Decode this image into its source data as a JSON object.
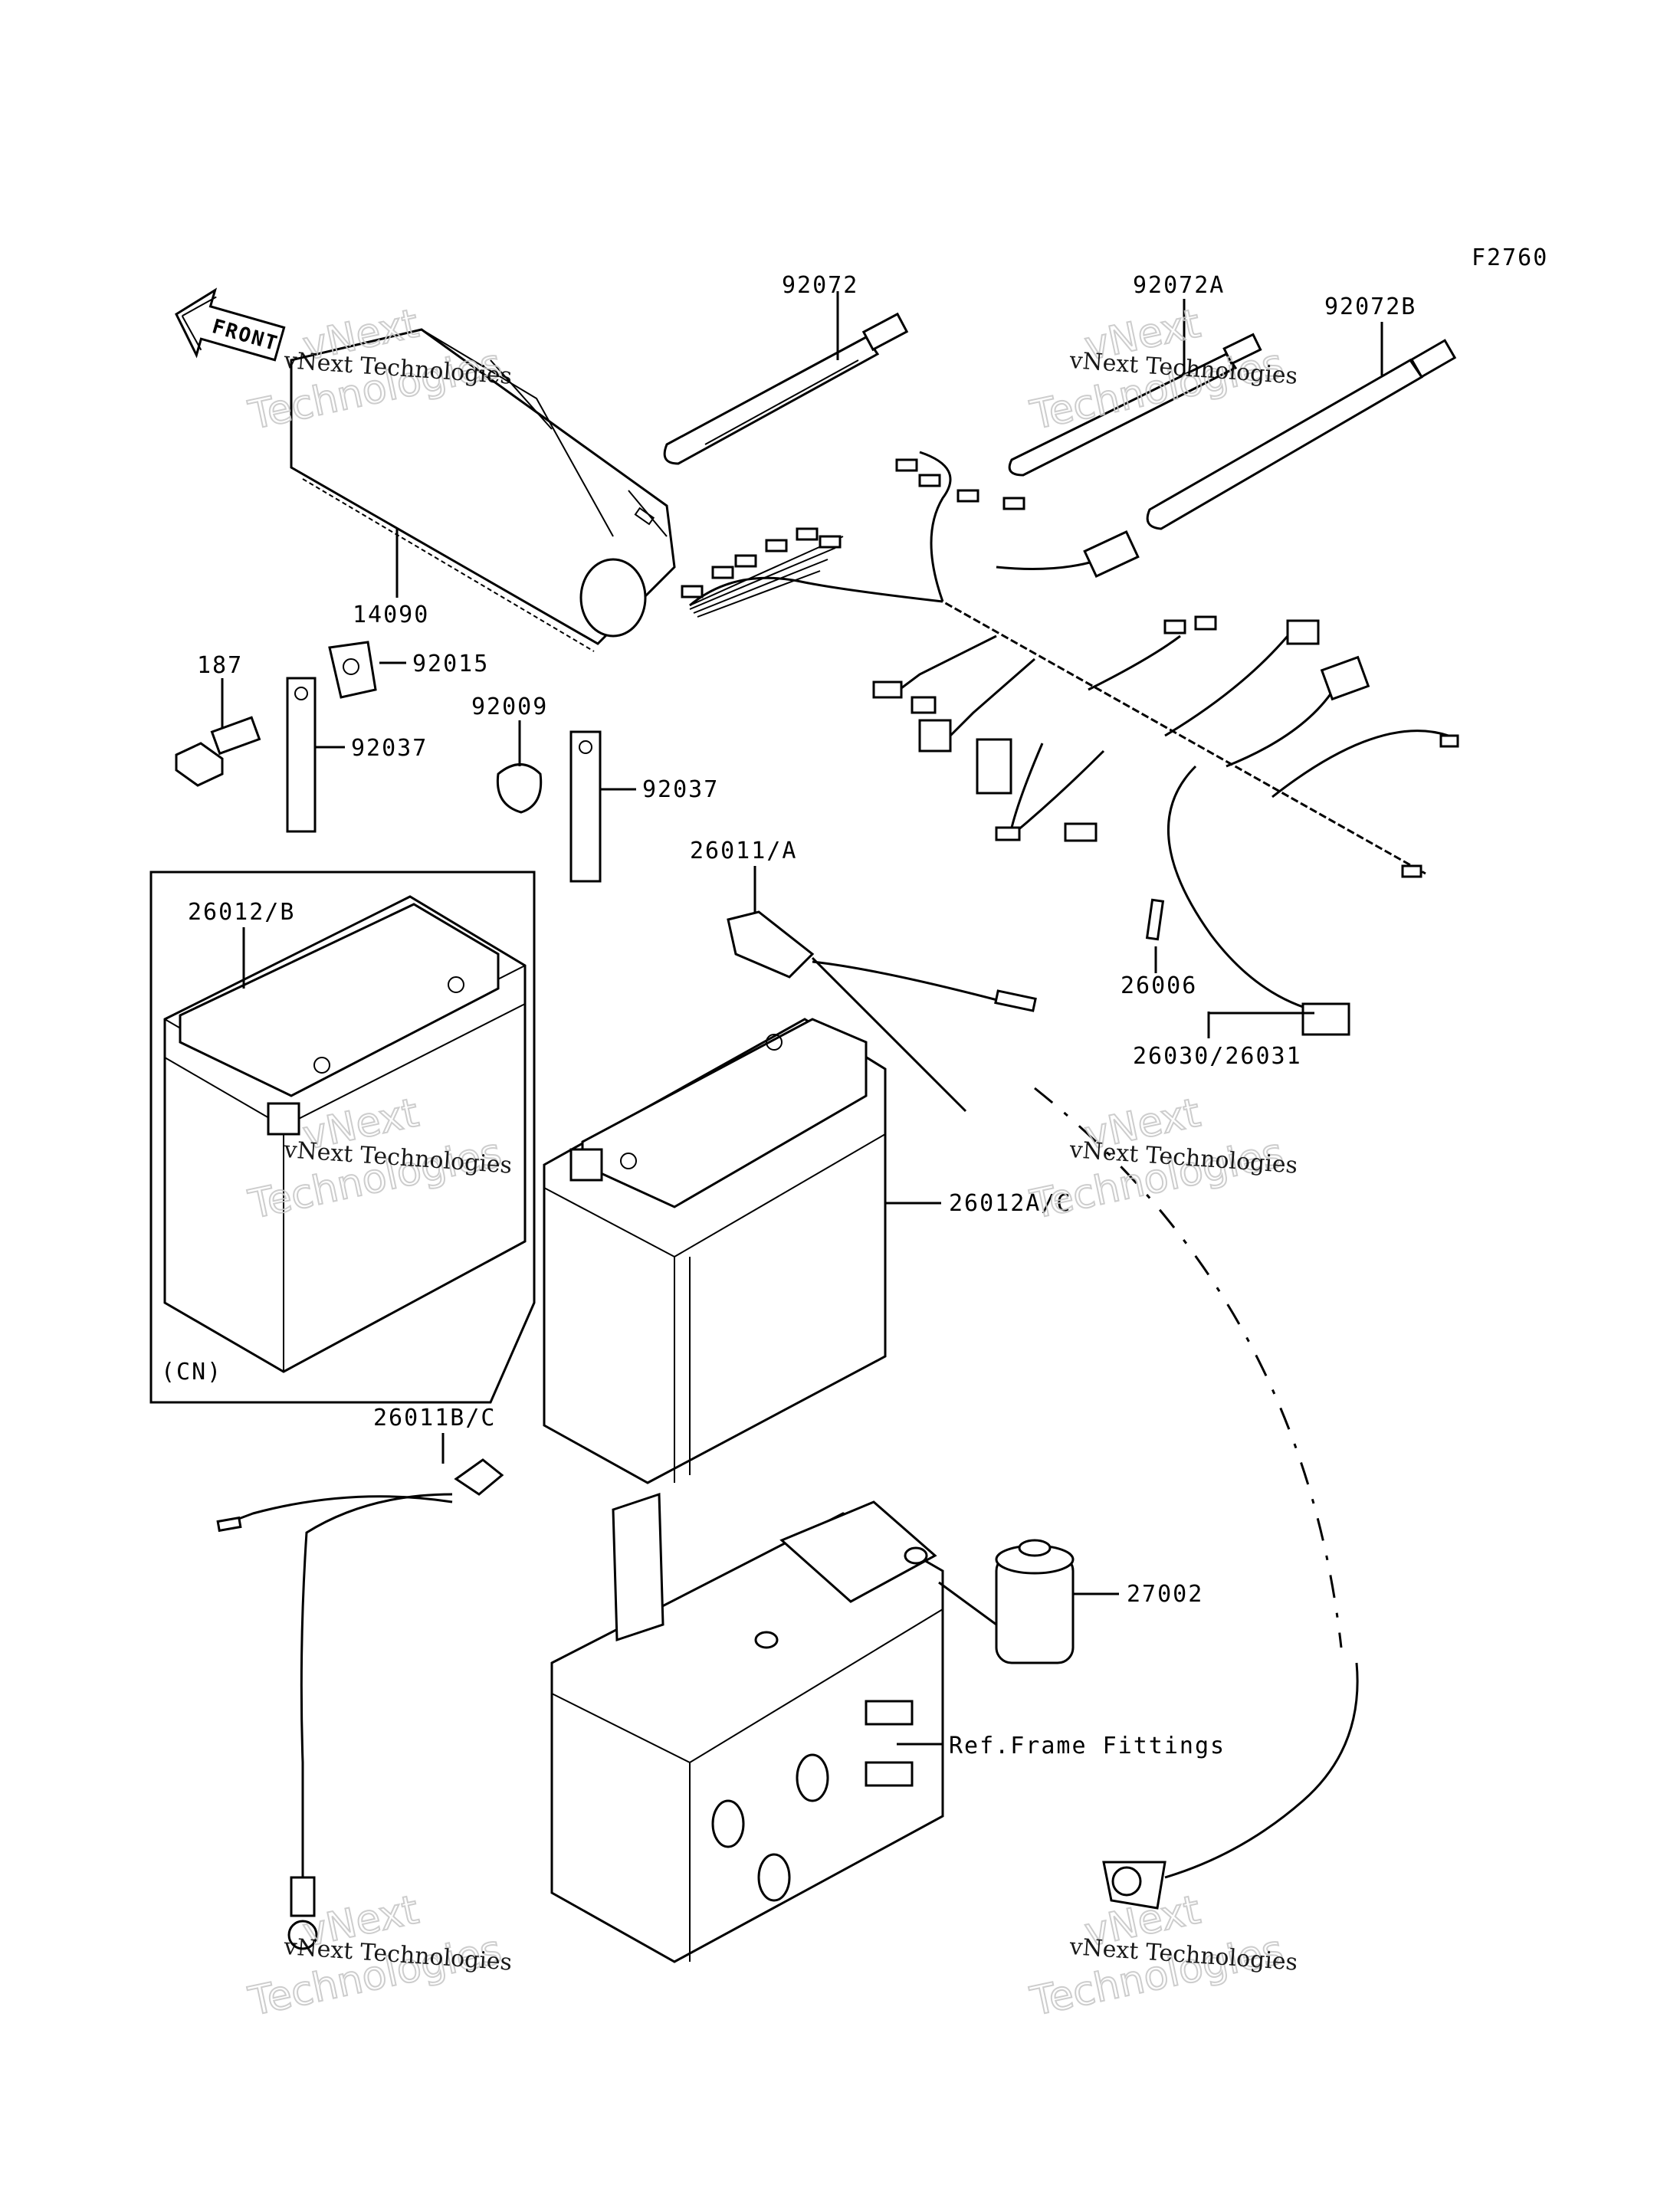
{
  "figure_code": "F2760",
  "front_label": "FRONT",
  "watermark": {
    "company": "vNext Technologies",
    "brand_top": "vNext",
    "brand_bottom": "Technologies"
  },
  "labels": {
    "p92072": "92072",
    "p92072A": "92072A",
    "p92072B": "92072B",
    "p14090": "14090",
    "p187": "187",
    "p92015": "92015",
    "p92037a": "92037",
    "p92009": "92009",
    "p92037b": "92037",
    "p26011A": "26011/A",
    "p26012B": "26012/B",
    "p26006": "26006",
    "p26030": "26030/26031",
    "p26012AC": "26012A/C",
    "pCN": "(CN)",
    "p26011BC": "26011B/C",
    "p27002": "27002",
    "pFrame": "Ref.Frame Fittings"
  }
}
